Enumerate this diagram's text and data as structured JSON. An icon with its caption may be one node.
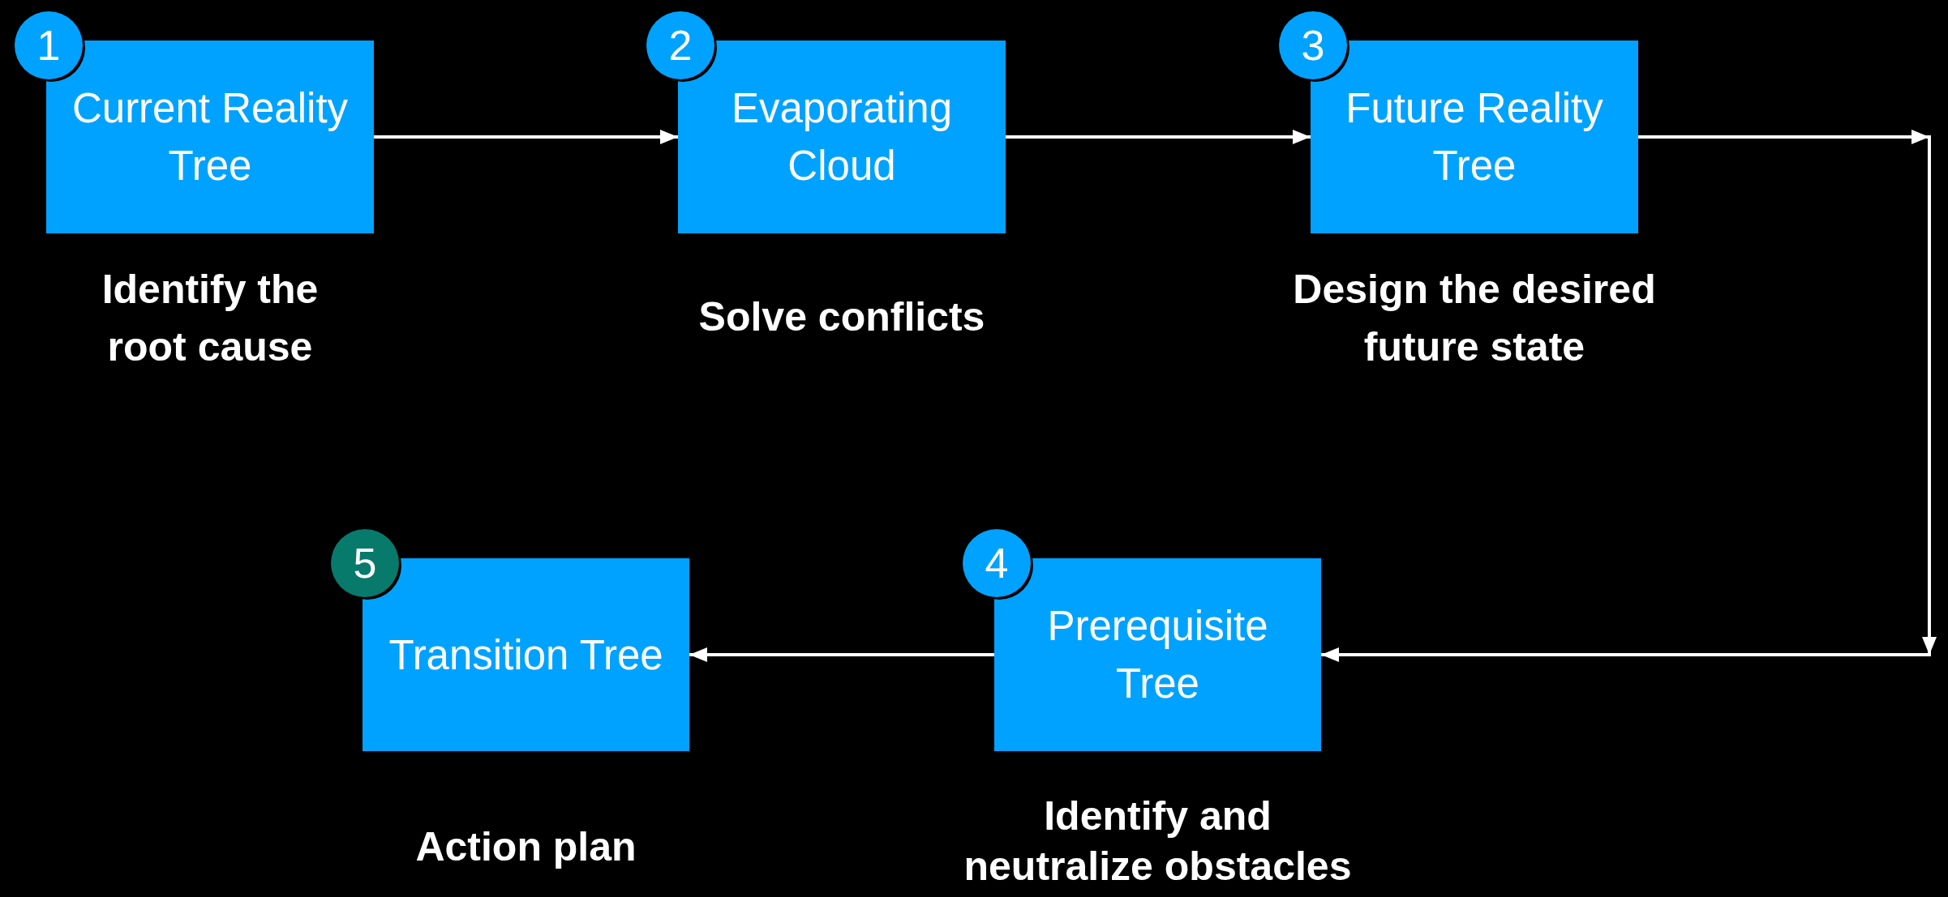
{
  "diagram": {
    "nodes": [
      {
        "text": [
          "1"
        ]
      },
      {
        "text": [
          "Current Reality Tree"
        ],
        "beside": [
          "Identify the root cause"
        ]
      },
      {
        "text": [
          "2"
        ]
      },
      {
        "text": [
          "Evaporating Cloud"
        ],
        "beside": [
          "Solve conflicts"
        ]
      },
      {
        "text": [
          "3"
        ]
      },
      {
        "text": [
          "Future Reality Tree"
        ],
        "beside": [
          "Design the desired future state"
        ]
      },
      {
        "text": [
          "4"
        ]
      },
      {
        "text": [
          "Prerequisite Tree"
        ],
        "beside": [
          "Identify and neutralize obstacles"
        ]
      },
      {
        "text": [
          "5"
        ]
      },
      {
        "text": [
          "Transition Tree"
        ],
        "beside": [
          "Action plan"
        ]
      }
    ],
    "edges": [
      {
        "from": 1,
        "to": 3,
        "arrow": "to"
      },
      {
        "from": 3,
        "to": 5,
        "arrow": "to"
      },
      {
        "from": 5,
        "to": 7,
        "arrow": "to"
      },
      {
        "from": 7,
        "to": 9,
        "arrow": "to"
      }
    ]
  }
}
